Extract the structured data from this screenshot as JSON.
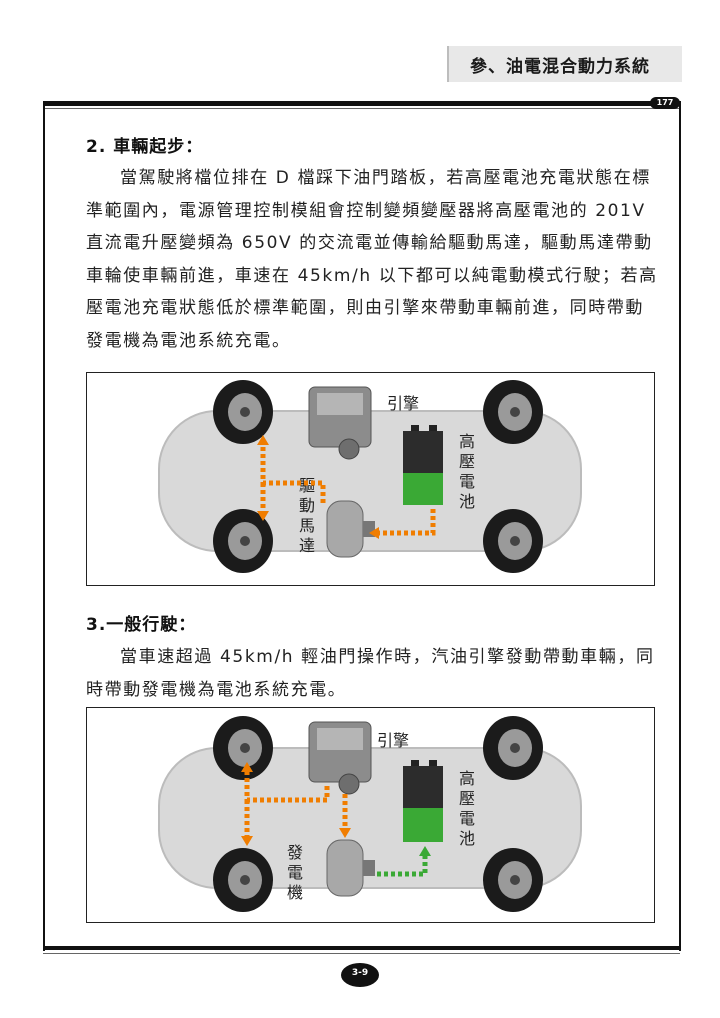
{
  "header": {
    "chapter_title": "參、油電混合動力系統",
    "page_badge": "177"
  },
  "section2": {
    "title": "2. 車輛起步：",
    "body": "當駕駛將檔位排在 D 檔踩下油門踏板，若高壓電池充電狀態在標準範圍內，電源管理控制模組會控制變頻變壓器將高壓電池的 201V 直流電升壓變頻為 650V 的交流電並傳輸給驅動馬達，驅動馬達帶動車輪使車輛前進，車速在 45km/h 以下都可以純電動模式行駛；若高壓電池充電狀態低於標準範圍，則由引擎來帶動車輛前進，同時帶動發電機為電池系統充電。",
    "figure": {
      "engine_label": "引擎",
      "battery_label": "高壓電池",
      "motor_label": "驅動馬達"
    }
  },
  "section3": {
    "title": "3.一般行駛：",
    "body": "當車速超過 45km/h 輕油門操作時，汽油引擎發動帶動車輛，同時帶動發電機為電池系統充電。",
    "figure": {
      "engine_label": "引擎",
      "battery_label": "高壓電池",
      "generator_label": "發電機"
    }
  },
  "footer": {
    "page_number": "3-9"
  },
  "colors": {
    "flow_orange": "#f07d00",
    "flow_green": "#3aa935",
    "car_body": "#d9d9d9"
  }
}
